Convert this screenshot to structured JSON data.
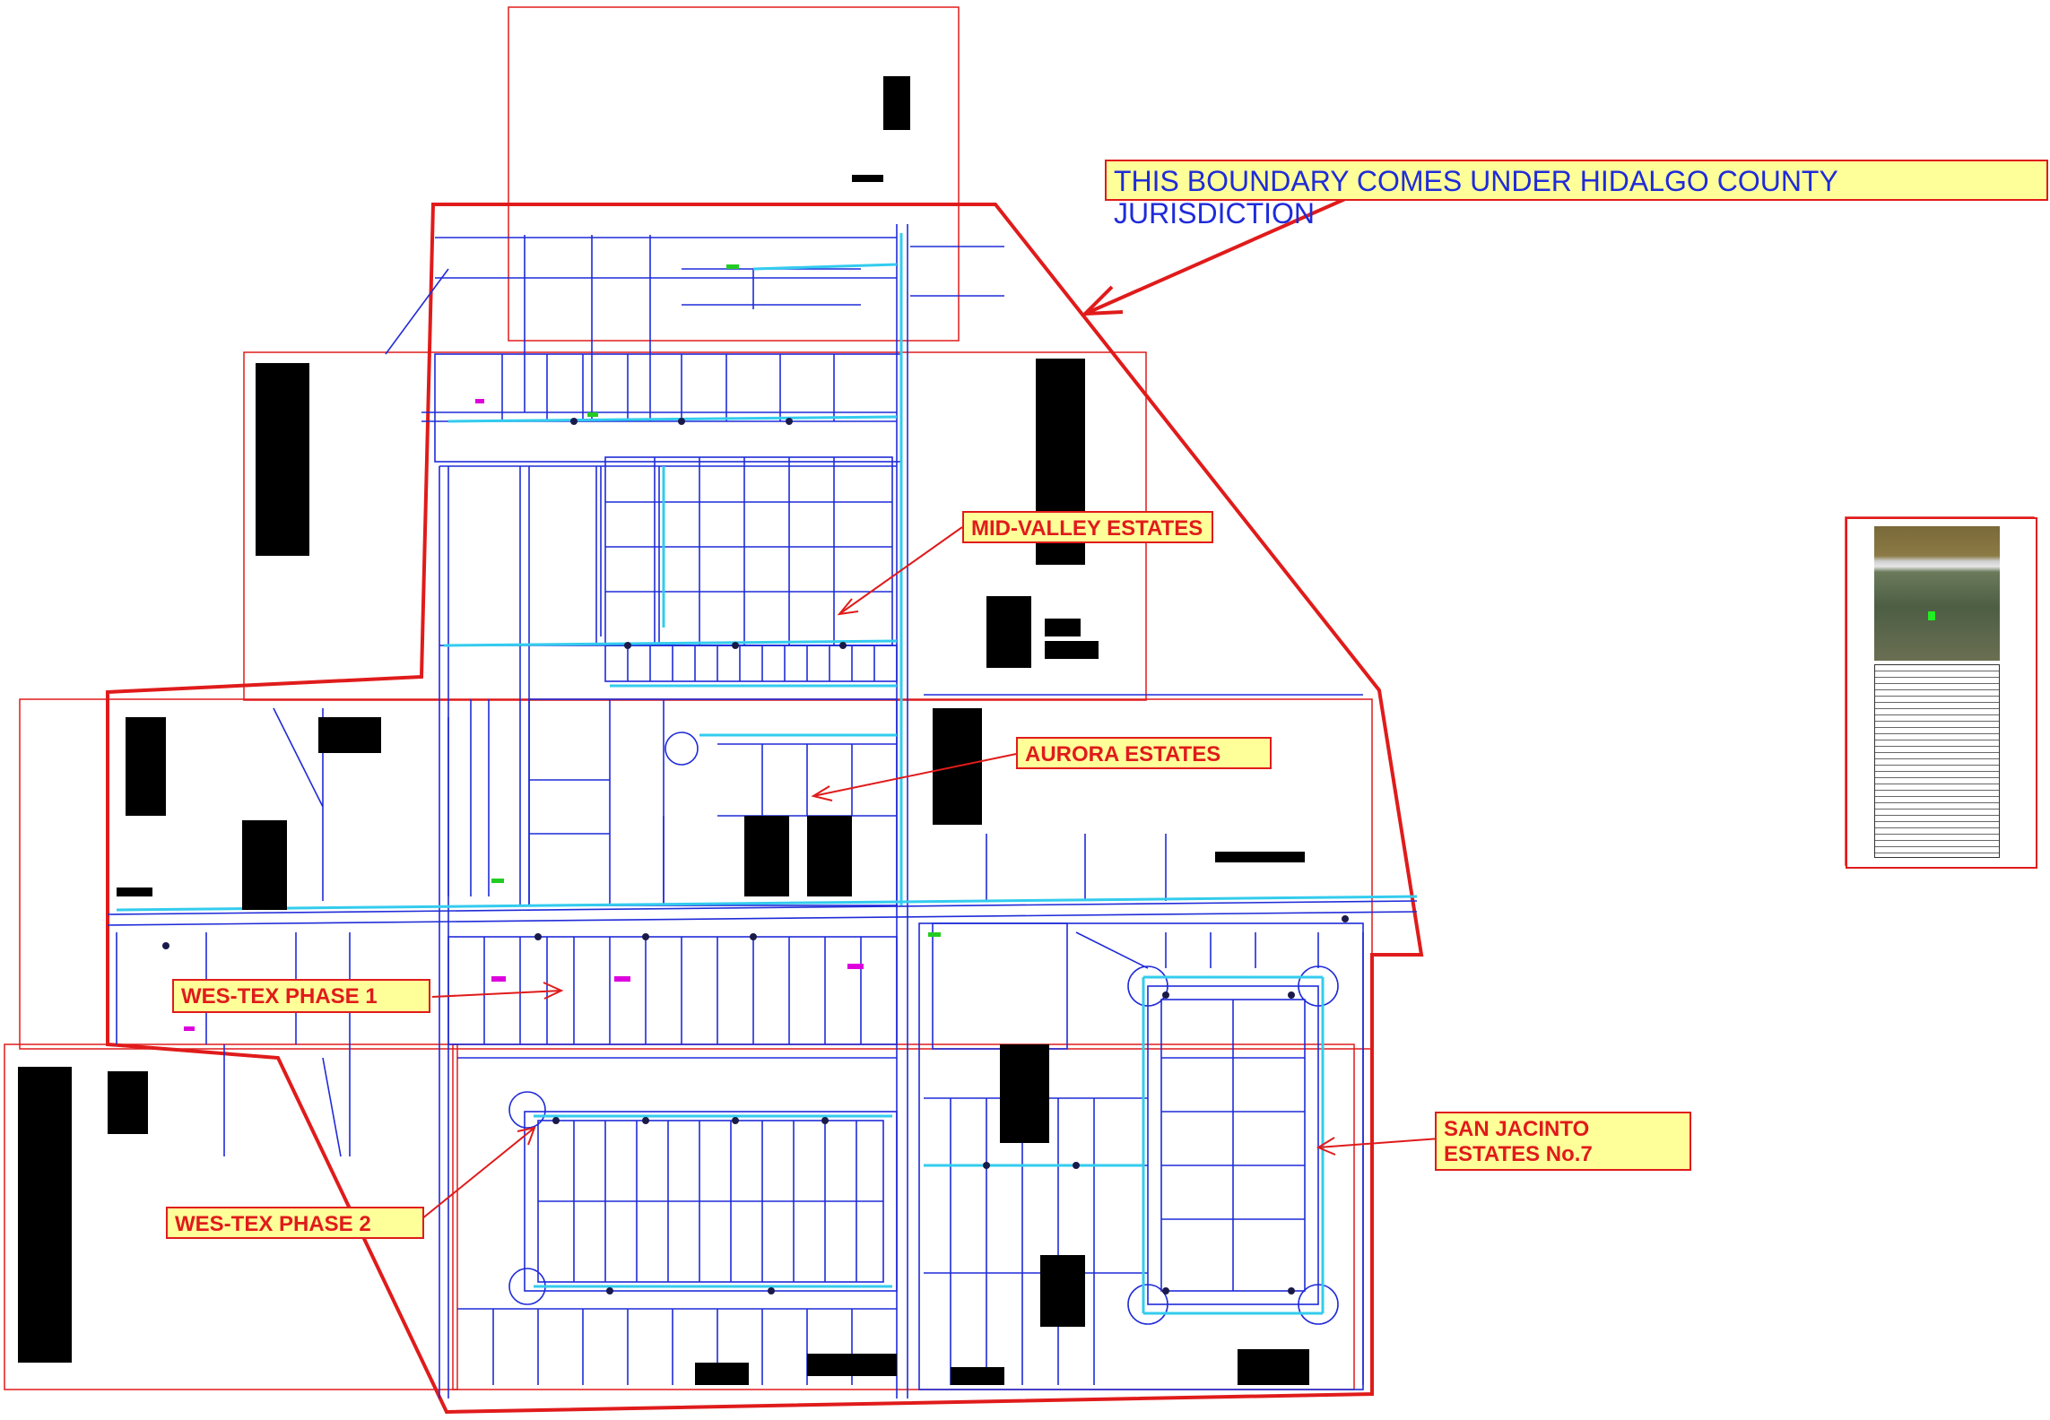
{
  "callouts": {
    "hidalgo": "THIS BOUNDARY COMES UNDER HIDALGO COUNTY JURISDICTION",
    "mid_valley": "MID-VALLEY ESTATES",
    "aurora": "AURORA ESTATES",
    "wes_tex_1": "WES-TEX PHASE 1",
    "wes_tex_2": "WES-TEX PHASE 2",
    "san_jacinto": "SAN JACINTO\nESTATES No.7"
  },
  "colors": {
    "boundary": "#e01b1b",
    "parcel_lines": "#1f2bd8",
    "fiber_route": "#33ccee",
    "callout_fill": "#ffff99",
    "callout_text_red": "#e01b1b",
    "callout_text_blue": "#1f2bd8",
    "label_green": "#22cc22",
    "label_magenta": "#dd00dd"
  },
  "legend_photo": {
    "icon": "aerial-photo-thumbnail"
  }
}
